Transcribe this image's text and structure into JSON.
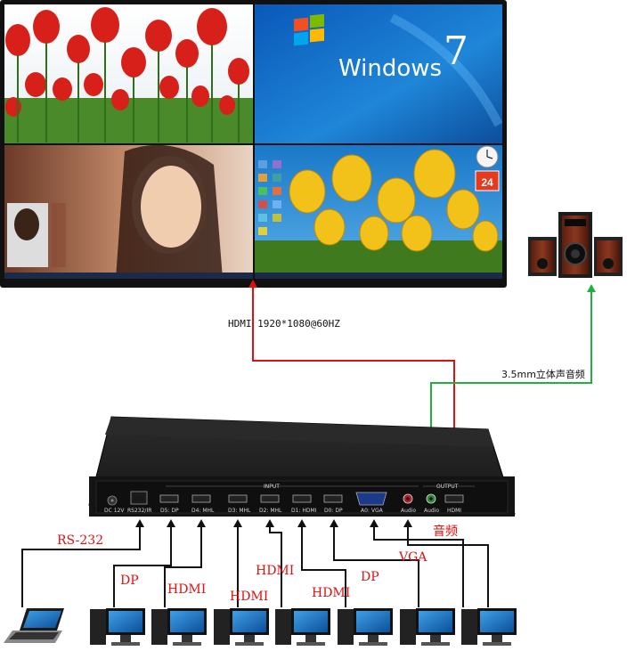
{
  "monitor": {
    "windows_text": "Windows",
    "windows_version": "7",
    "clock_day": "24"
  },
  "cable_labels": {
    "hdmi_output": "HDMI 1920*1080@60HZ",
    "audio_output": "3.5mm立体声音频",
    "rs232": "RS-232",
    "dp1": "DP",
    "hdmi1": "HDMI",
    "hdmi2": "HDMI",
    "hdmi3": "HDMI",
    "hdmi4": "HDMI",
    "dp2": "DP",
    "vga": "VGA",
    "audio_in": "音频"
  },
  "device": {
    "input_group": "INPUT",
    "output_group": "OUTPUT",
    "power": "DC 12V",
    "ports": {
      "rs232": "RS232/IR",
      "d5": "D5: DP",
      "d4": "D4: MHL",
      "d3": "D3: MHL",
      "d2": "D2: MHL",
      "d1": "D1: HDMI",
      "d0": "D0: DP",
      "a0": "A0: VGA",
      "audio_in": "Audio",
      "audio_out": "Audio",
      "hdmi_out": "HDMI"
    }
  },
  "colors": {
    "hdmi_out_cable": "#e01010",
    "audio_out_cable": "#20b040",
    "input_cable": "#111111",
    "device_body": "#1b1b1b"
  }
}
